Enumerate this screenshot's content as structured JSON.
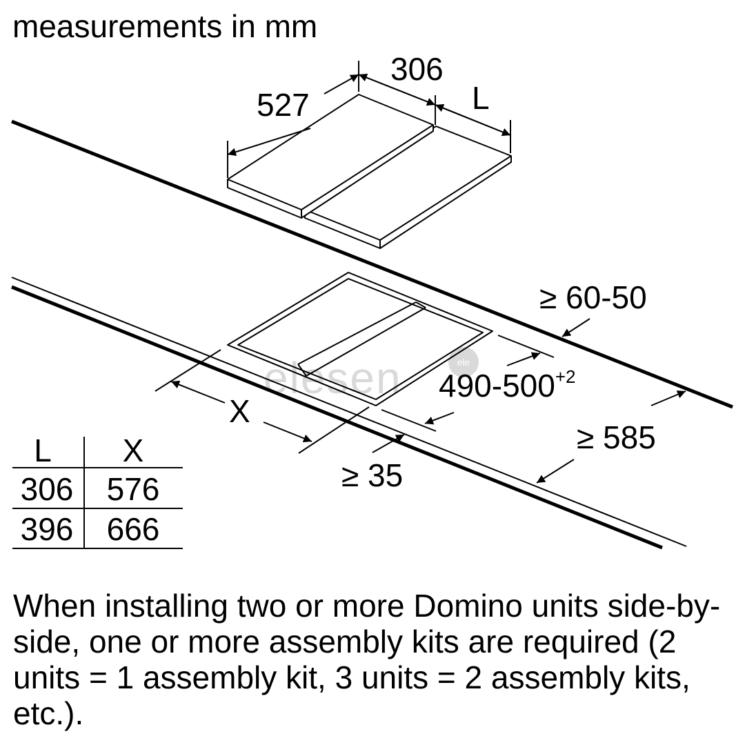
{
  "header": {
    "units_caption": "measurements in mm"
  },
  "dimensions": {
    "depth": "527",
    "unit_width": "306",
    "variable_width": "L",
    "cutout_length": "X",
    "cutout_depth_main": "490-500",
    "cutout_depth_tolerance": "+2",
    "min_wall_distance": "≥ 60-50",
    "min_depth": "≥ 585",
    "min_front_distance": "≥ 35"
  },
  "size_table": {
    "headers": [
      "L",
      "X"
    ],
    "rows": [
      [
        "306",
        "576"
      ],
      [
        "396",
        "666"
      ]
    ]
  },
  "watermark": {
    "text": "elesen",
    "badge": "ele"
  },
  "note": {
    "text": "When installing two or more Domino units side-by-side, one or more assembly kits are required (2 units = 1 assembly kit, 3 units = 2 assembly kits, etc.)."
  }
}
